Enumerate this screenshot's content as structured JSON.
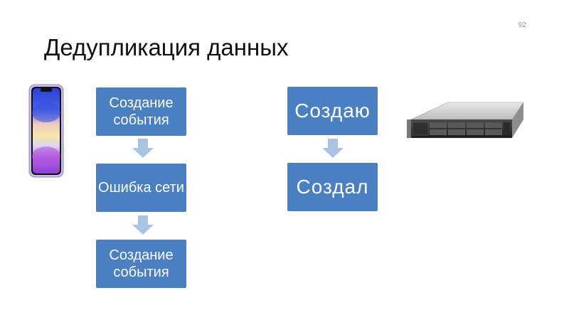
{
  "slide": {
    "page_number": "92",
    "title": "Дедупликация данных"
  },
  "diagram": {
    "left_flow": [
      {
        "label": "Создание события"
      },
      {
        "label": "Ошибка сети"
      },
      {
        "label": "Создание события"
      }
    ],
    "right_flow": [
      {
        "label": "Создаю"
      },
      {
        "label": "Создал"
      }
    ]
  },
  "colors": {
    "box_fill": "#4a7fc1",
    "arrow_fill": "#a9c4e3"
  },
  "icons": {
    "client": "smartphone-icon",
    "backend": "rack-server-icon"
  }
}
